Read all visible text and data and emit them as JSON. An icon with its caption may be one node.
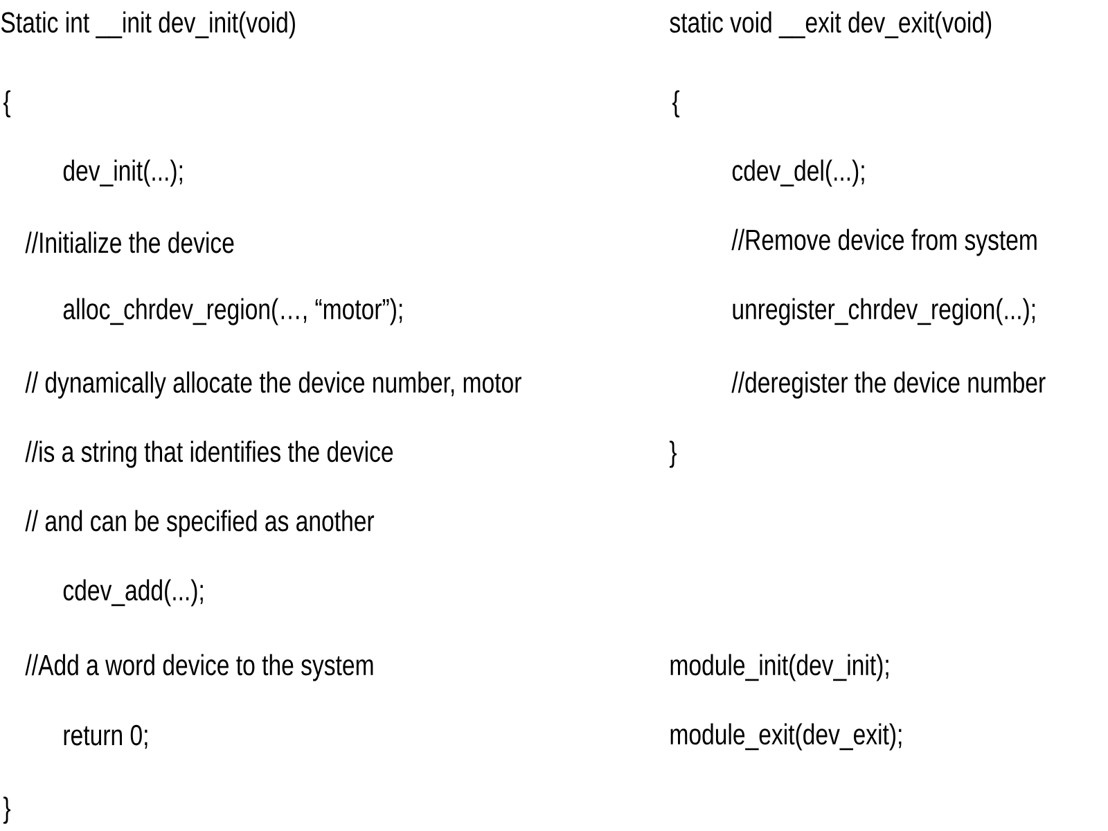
{
  "diagram": {
    "labels": [
      "Static int __init dev_init(void)",
      "{",
      "dev_init(...);",
      "//Initialize the device",
      "alloc_chrdev_region(…, “motor”);",
      "// dynamically allocate the device number, motor",
      "//is a string that identifies the device",
      "// and can be specified as another",
      "cdev_add(...);",
      "//Add a word device to the system",
      "return 0;",
      "}",
      "static void __exit dev_exit(void)",
      "{",
      "cdev_del(...);",
      "//Remove device from system",
      "unregister_chrdev_region(...);",
      "//deregister the device number",
      "}",
      "module_init(dev_init);",
      "module_exit(dev_exit);"
    ]
  }
}
